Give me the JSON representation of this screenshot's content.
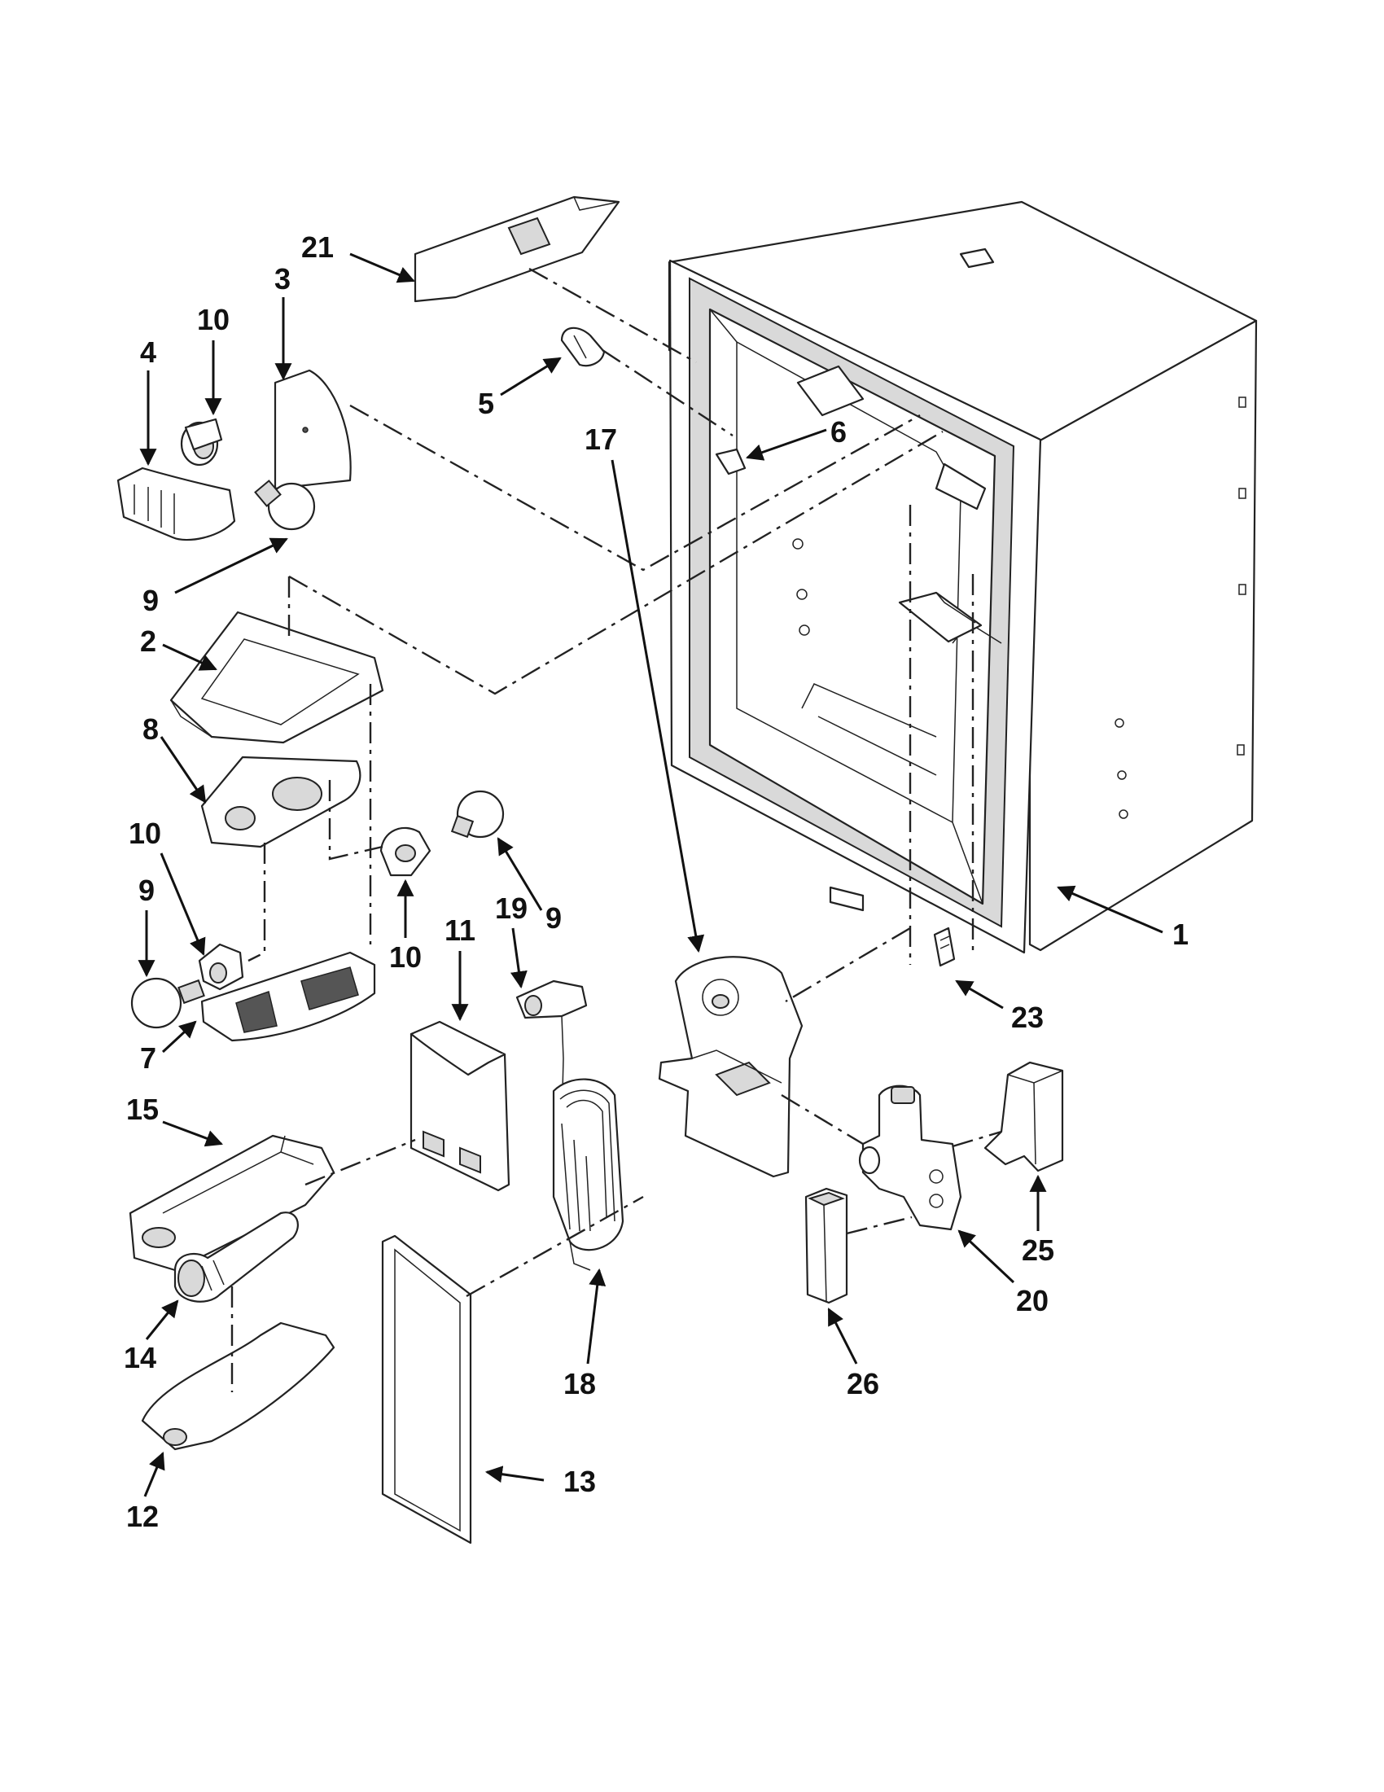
{
  "callouts": [
    "21",
    "3",
    "10",
    "4",
    "5",
    "6",
    "9",
    "2",
    "8",
    "10",
    "9",
    "9",
    "10",
    "17",
    "1",
    "11",
    "19",
    "7",
    "15",
    "23",
    "25",
    "14",
    "20",
    "26",
    "18",
    "13",
    "12"
  ]
}
